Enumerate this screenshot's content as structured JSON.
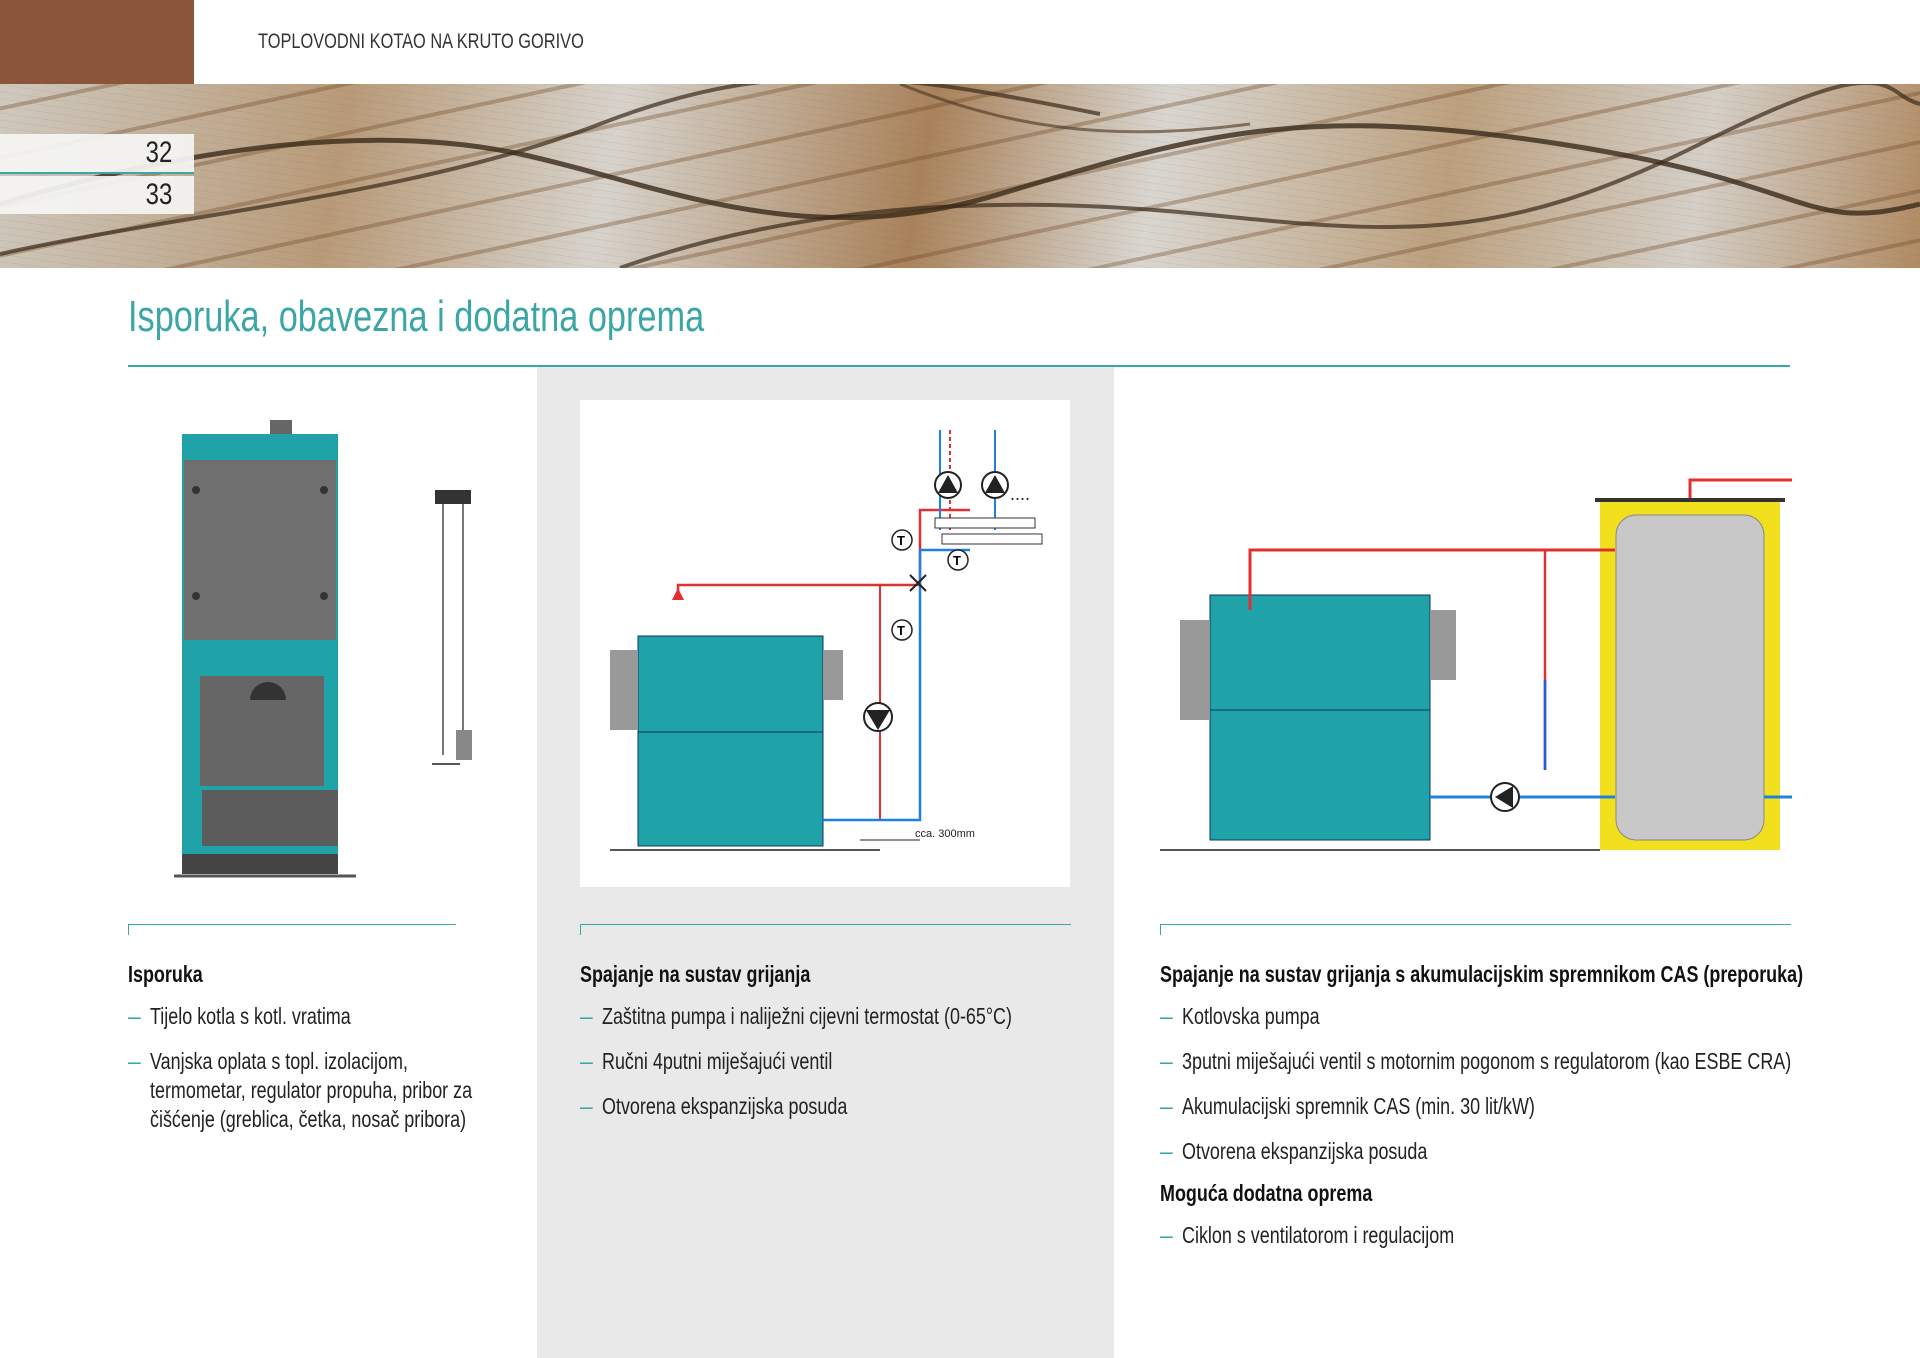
{
  "header": {
    "title": "TOPLOVODNI KOTAO NA KRUTO GORIVO",
    "pages": [
      "32",
      "33"
    ]
  },
  "section_title": "Isporuka, obavezna i dodatna oprema",
  "diagram": {
    "distance_label": "cca. 300mm",
    "thermostat_symbol": "T"
  },
  "columns": [
    {
      "heading": "Isporuka",
      "items": [
        "Tijelo kotla s kotl. vratima",
        [
          "Vanjska oplata s topl. izolacijom,",
          "termometar, regulator propuha, pribor za",
          "čišćenje (greblica, četka, nosač pribora)"
        ]
      ]
    },
    {
      "heading": "Spajanje na sustav grijanja",
      "items": [
        "Zaštitna pumpa i naliježni cijevni termostat (0-65°C)",
        "Ručni 4putni miješajući ventil",
        "Otvorena ekspanzijska posuda"
      ]
    },
    {
      "heading": "Spajanje na sustav grijanja s akumulacijskim spremnikom CAS (preporuka)",
      "items": [
        "Kotlovska pumpa",
        "3putni miješajući ventil s motornim pogonom s regulatorom (kao ESBE CRA)",
        "Akumulacijski spremnik CAS (min. 30 lit/kW)",
        "Otvorena ekspanzijska posuda"
      ],
      "subheading": "Moguća dodatna oprema",
      "subitems": [
        "Ciklon s ventilatorom i regulacijom"
      ]
    }
  ],
  "colors": {
    "accent": "#3aa6a6",
    "brand": "#8b553a",
    "boiler": "#1fa3a8",
    "panel": "#e9e9e9"
  }
}
